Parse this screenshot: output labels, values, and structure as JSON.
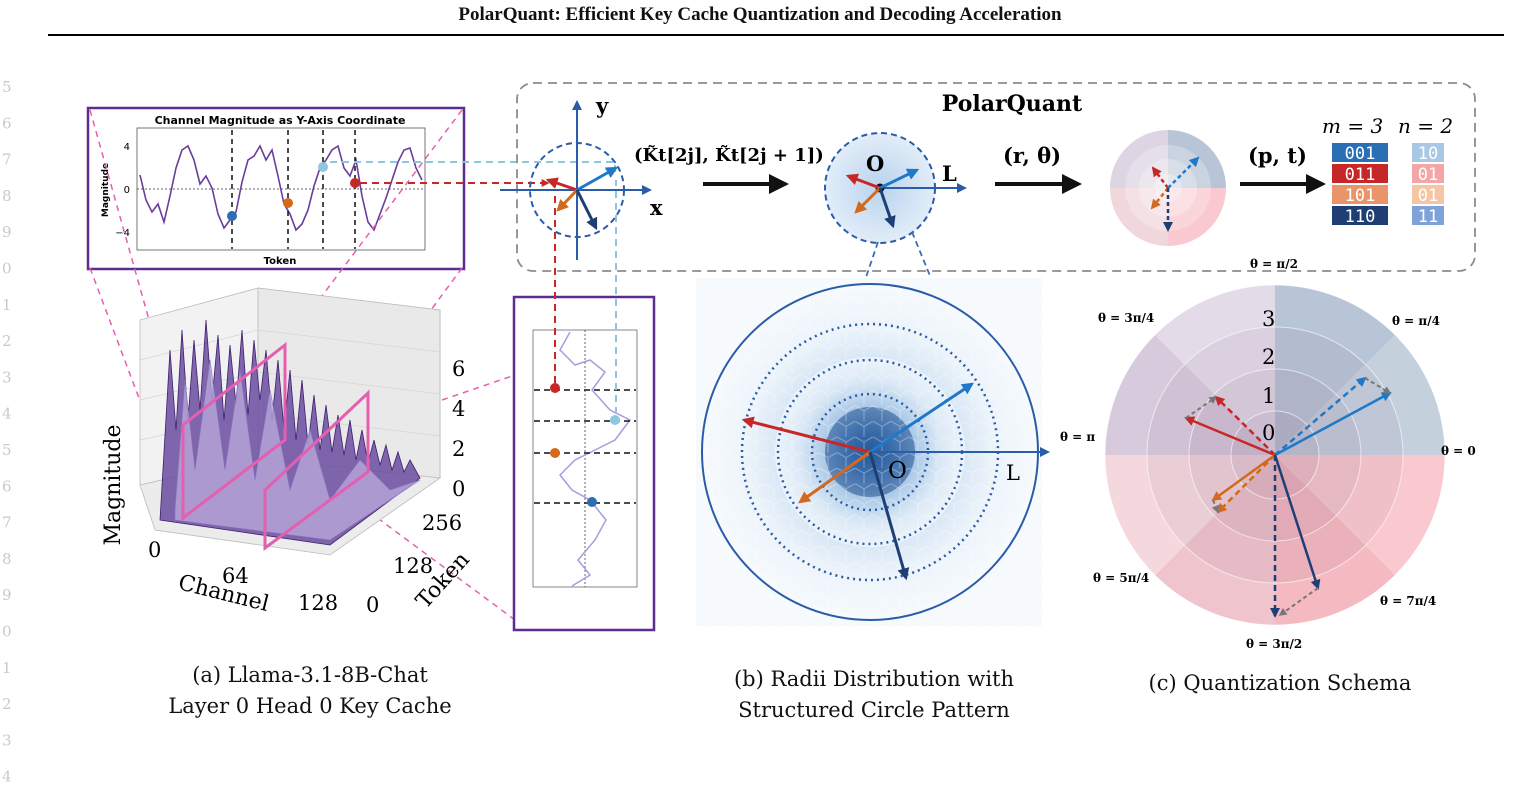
{
  "page_title": "PolarQuant: Efficient Key Cache Quantization and Decoding Acceleration",
  "line_numbers": [
    "5",
    "6",
    "7",
    "8",
    "9",
    "0",
    "1",
    "2",
    "3",
    "4",
    "5",
    "6",
    "7",
    "8",
    "9",
    "0",
    "1",
    "2",
    "3",
    "4"
  ],
  "inset": {
    "title": "Channel Magnitude as Y-Axis Coordinate",
    "ylabel": "Magnitude",
    "xlabel": "Token",
    "yticks": [
      "4",
      "0",
      "−4"
    ]
  },
  "plot3d": {
    "zlabel": "Magnitude",
    "xlabel": "Channel",
    "ylabel": "Token",
    "zticks": [
      "6",
      "4",
      "2",
      "0"
    ],
    "xticks": [
      "0",
      "64",
      "128"
    ],
    "yticks": [
      "256",
      "128",
      "0"
    ]
  },
  "polarquant": {
    "title": "PolarQuant",
    "axis_y": "y",
    "axis_x": "x",
    "pair_label": "(K̃t[2j], K̃t[2j + 1])",
    "origin": "O",
    "radius_label": "L",
    "polar_label": "(r, θ)",
    "pt_label": "(p, t)",
    "m_label": "m = 3",
    "n_label": "n = 2",
    "codes_m": [
      "001",
      "011",
      "101",
      "110"
    ],
    "codes_n": [
      "10",
      "01",
      "01",
      "11"
    ],
    "code_colors_m": [
      "#2a6fb3",
      "#c62828",
      "#e8956a",
      "#1d3f74"
    ],
    "code_colors_n": [
      "#a9c8e8",
      "#f4a6a6",
      "#f6c6a4",
      "#7fa3d8"
    ]
  },
  "radii": {
    "origin": "O",
    "radius_label": "L"
  },
  "schema": {
    "ring_labels": [
      "3",
      "2",
      "1",
      "0"
    ],
    "angle_labels": {
      "top": "θ = π/2",
      "top_left": "θ = 3π/4",
      "top_right": "θ = π/4",
      "left": "θ = π",
      "right": "θ = 0",
      "bottom_left": "θ = 5π/4",
      "bottom_right": "θ = 7π/4",
      "bottom": "θ = 3π/2"
    }
  },
  "captions": {
    "a_line1": "(a)  Llama-3.1-8B-Chat",
    "a_line2": "Layer 0 Head 0 Key Cache",
    "b_line1": "(b) Radii Distribution with",
    "b_line2": "Structured Circle Pattern",
    "c_line1": "(c) Quantization Schema"
  },
  "colors": {
    "purple_frame": "#5b2d91",
    "pink_dash": "#e55fb0",
    "red": "#c62828",
    "orange": "#d2691e",
    "light_blue": "#1f78c8",
    "navy": "#1d3f74",
    "circle_blue": "#2a5ca8"
  }
}
